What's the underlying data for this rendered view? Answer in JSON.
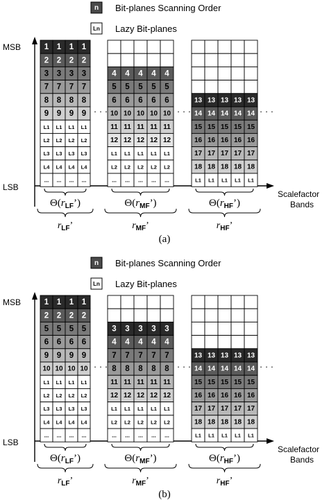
{
  "panels": [
    {
      "caption": "(a)",
      "legend": {
        "scan_symbol": "n",
        "scan_label": "Bit-planes Scanning Order",
        "lazy_symbol": "Ln",
        "lazy_label": "Lazy Bit-planes"
      },
      "axis": {
        "msb": "MSB",
        "lsb": "LSB",
        "x_label_line1": "Scalefactor",
        "x_label_line2": "Bands"
      },
      "groups": [
        {
          "theta_symbol": "Θ",
          "theta_arg": "r",
          "theta_sub": "LF",
          "r_label": "r",
          "r_sub": "LF",
          "rows": [
            [
              "1",
              "1",
              "1",
              "1"
            ],
            [
              "2",
              "2",
              "2",
              "2"
            ],
            [
              "3",
              "3",
              "3",
              "3"
            ],
            [
              "7",
              "7",
              "7",
              "7"
            ],
            [
              "8",
              "8",
              "8",
              "8"
            ],
            [
              "9",
              "9",
              "9",
              "9"
            ],
            [
              "L1",
              "L1",
              "L1",
              "L1"
            ],
            [
              "L2",
              "L2",
              "L2",
              "L2"
            ],
            [
              "L3",
              "L3",
              "L3",
              "L3"
            ],
            [
              "L4",
              "L4",
              "L4",
              "L4"
            ],
            [
              "...",
              "...",
              "...",
              "..."
            ]
          ],
          "shades": [
            1,
            2,
            3,
            4,
            5,
            6,
            0,
            0,
            0,
            0,
            0
          ]
        },
        {
          "theta_symbol": "Θ",
          "theta_arg": "r",
          "theta_sub": "MF",
          "r_label": "r",
          "r_sub": "MF",
          "rows": [
            [
              "",
              "",
              "",
              "",
              ""
            ],
            [
              "",
              "",
              "",
              "",
              ""
            ],
            [
              "4",
              "4",
              "4",
              "4",
              "4"
            ],
            [
              "5",
              "5",
              "5",
              "5",
              "5"
            ],
            [
              "6",
              "6",
              "6",
              "6",
              "6"
            ],
            [
              "10",
              "10",
              "10",
              "10",
              "10"
            ],
            [
              "11",
              "11",
              "11",
              "11",
              "11"
            ],
            [
              "12",
              "12",
              "12",
              "12",
              "12"
            ],
            [
              "L1",
              "L1",
              "L1",
              "L1",
              "L1"
            ],
            [
              "L2",
              "L2",
              "L2",
              "L2",
              "L2"
            ],
            [
              "...",
              "...",
              "...",
              "...",
              "..."
            ]
          ],
          "shades": [
            0,
            0,
            2,
            3,
            4,
            5,
            6,
            7,
            0,
            0,
            0
          ]
        },
        {
          "theta_symbol": "Θ",
          "theta_arg": "r",
          "theta_sub": "HF",
          "r_label": "r",
          "r_sub": "HF",
          "rows": [
            [
              "",
              "",
              "",
              "",
              ""
            ],
            [
              "",
              "",
              "",
              "",
              ""
            ],
            [
              "",
              "",
              "",
              "",
              ""
            ],
            [
              "",
              "",
              "",
              "",
              ""
            ],
            [
              "13",
              "13",
              "13",
              "13",
              "13"
            ],
            [
              "14",
              "14",
              "14",
              "14",
              "14"
            ],
            [
              "15",
              "15",
              "15",
              "15",
              "15"
            ],
            [
              "16",
              "16",
              "16",
              "16",
              "16"
            ],
            [
              "17",
              "17",
              "17",
              "17",
              "17"
            ],
            [
              "18",
              "18",
              "18",
              "18",
              "18"
            ],
            [
              "L1",
              "L1",
              "L1",
              "L1",
              "L1"
            ]
          ],
          "shades": [
            0,
            0,
            0,
            0,
            1,
            2,
            3,
            4,
            5,
            6,
            0
          ]
        }
      ]
    },
    {
      "caption": "(b)",
      "legend": {
        "scan_symbol": "n",
        "scan_label": "Bit-planes Scanning Order",
        "lazy_symbol": "Ln",
        "lazy_label": "Lazy Bit-planes"
      },
      "axis": {
        "msb": "MSB",
        "lsb": "LSB",
        "x_label_line1": "Scalefactor",
        "x_label_line2": "Bands"
      },
      "groups": [
        {
          "theta_symbol": "Θ",
          "theta_arg": "r",
          "theta_sub": "LF",
          "r_label": "r",
          "r_sub": "LF",
          "rows": [
            [
              "1",
              "1",
              "1",
              "1"
            ],
            [
              "2",
              "2",
              "2",
              "2"
            ],
            [
              "5",
              "5",
              "5",
              "5"
            ],
            [
              "6",
              "6",
              "6",
              "6"
            ],
            [
              "9",
              "9",
              "9",
              "9"
            ],
            [
              "10",
              "10",
              "10",
              "10"
            ],
            [
              "L1",
              "L1",
              "L1",
              "L1"
            ],
            [
              "L2",
              "L2",
              "L2",
              "L2"
            ],
            [
              "L3",
              "L3",
              "L3",
              "L3"
            ],
            [
              "L4",
              "L4",
              "L4",
              "L4"
            ],
            [
              "...",
              "...",
              "...",
              "..."
            ]
          ],
          "shades": [
            1,
            2,
            3,
            4,
            5,
            6,
            0,
            0,
            0,
            0,
            0
          ]
        },
        {
          "theta_symbol": "Θ",
          "theta_arg": "r",
          "theta_sub": "MF",
          "r_label": "r",
          "r_sub": "MF",
          "rows": [
            [
              "",
              "",
              "",
              "",
              ""
            ],
            [
              "",
              "",
              "",
              "",
              ""
            ],
            [
              "3",
              "3",
              "3",
              "3",
              "3"
            ],
            [
              "4",
              "4",
              "4",
              "4",
              "4"
            ],
            [
              "7",
              "7",
              "7",
              "7",
              "7"
            ],
            [
              "8",
              "8",
              "8",
              "8",
              "8"
            ],
            [
              "11",
              "11",
              "11",
              "11",
              "11"
            ],
            [
              "12",
              "12",
              "12",
              "12",
              "12"
            ],
            [
              "L1",
              "L1",
              "L1",
              "L1",
              "L1"
            ],
            [
              "L2",
              "L2",
              "L2",
              "L2",
              "L2"
            ],
            [
              "...",
              "...",
              "...",
              "...",
              "..."
            ]
          ],
          "shades": [
            0,
            0,
            1,
            2,
            3,
            4,
            5,
            6,
            0,
            0,
            0
          ]
        },
        {
          "theta_symbol": "Θ",
          "theta_arg": "r",
          "theta_sub": "HF",
          "r_label": "r",
          "r_sub": "HF",
          "rows": [
            [
              "",
              "",
              "",
              "",
              ""
            ],
            [
              "",
              "",
              "",
              "",
              ""
            ],
            [
              "",
              "",
              "",
              "",
              ""
            ],
            [
              "",
              "",
              "",
              "",
              ""
            ],
            [
              "13",
              "13",
              "13",
              "13",
              "13"
            ],
            [
              "14",
              "14",
              "14",
              "14",
              "14"
            ],
            [
              "15",
              "15",
              "15",
              "15",
              "15"
            ],
            [
              "16",
              "16",
              "16",
              "16",
              "16"
            ],
            [
              "17",
              "17",
              "17",
              "17",
              "17"
            ],
            [
              "18",
              "18",
              "18",
              "18",
              "18"
            ],
            [
              "L1",
              "L1",
              "L1",
              "L1",
              "L1"
            ]
          ],
          "shades": [
            0,
            0,
            0,
            0,
            1,
            2,
            3,
            4,
            5,
            6,
            0
          ]
        }
      ]
    }
  ],
  "ellipsis": "· · ·",
  "shade_colors": [
    "#ffffff",
    "#2a2a2a",
    "#5a5a5a",
    "#7a7a7a",
    "#9a9a9a",
    "#b8b8b8",
    "#d0d0d0",
    "#e6e6e6"
  ]
}
